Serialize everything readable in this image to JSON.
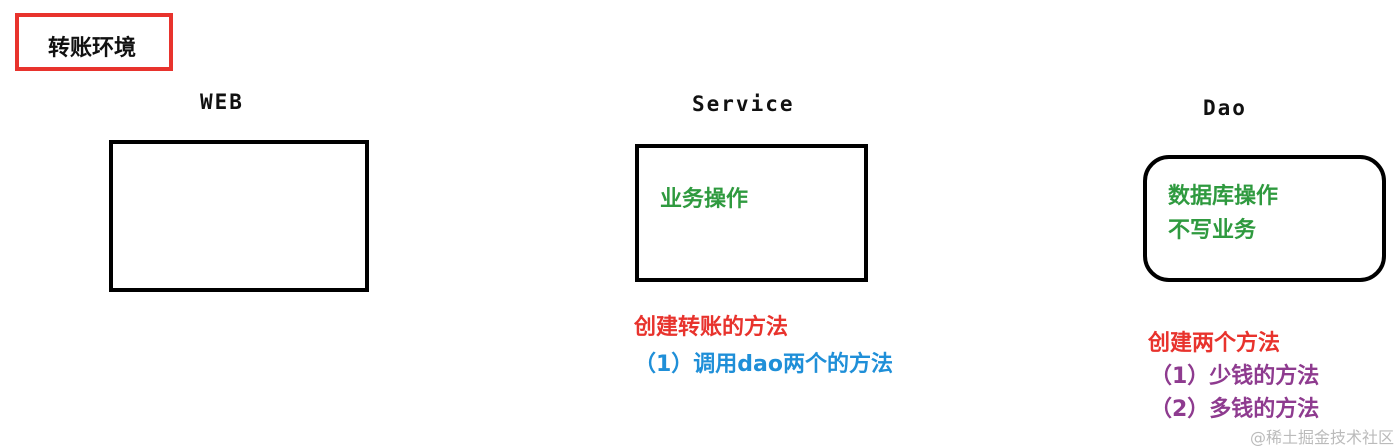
{
  "title": "转账环境",
  "layers": {
    "web": {
      "label": "WEB"
    },
    "service": {
      "label": "Service",
      "box_text": "业务操作",
      "note_title": "创建转账的方法",
      "note_items": [
        "（1）调用dao两个的方法"
      ]
    },
    "dao": {
      "label": "Dao",
      "box_lines": [
        "数据库操作",
        "不写业务"
      ],
      "note_title": "创建两个方法",
      "note_items": [
        "（1）少钱的方法",
        "（2）多钱的方法"
      ]
    }
  },
  "watermark": "@稀土掘金技术社区",
  "colors": {
    "title_border": "#e8332d",
    "box_text": "#2f9a3f",
    "note_title": "#e8332d",
    "service_note": "#1f8fd8",
    "dao_note": "#8e3b8f"
  }
}
